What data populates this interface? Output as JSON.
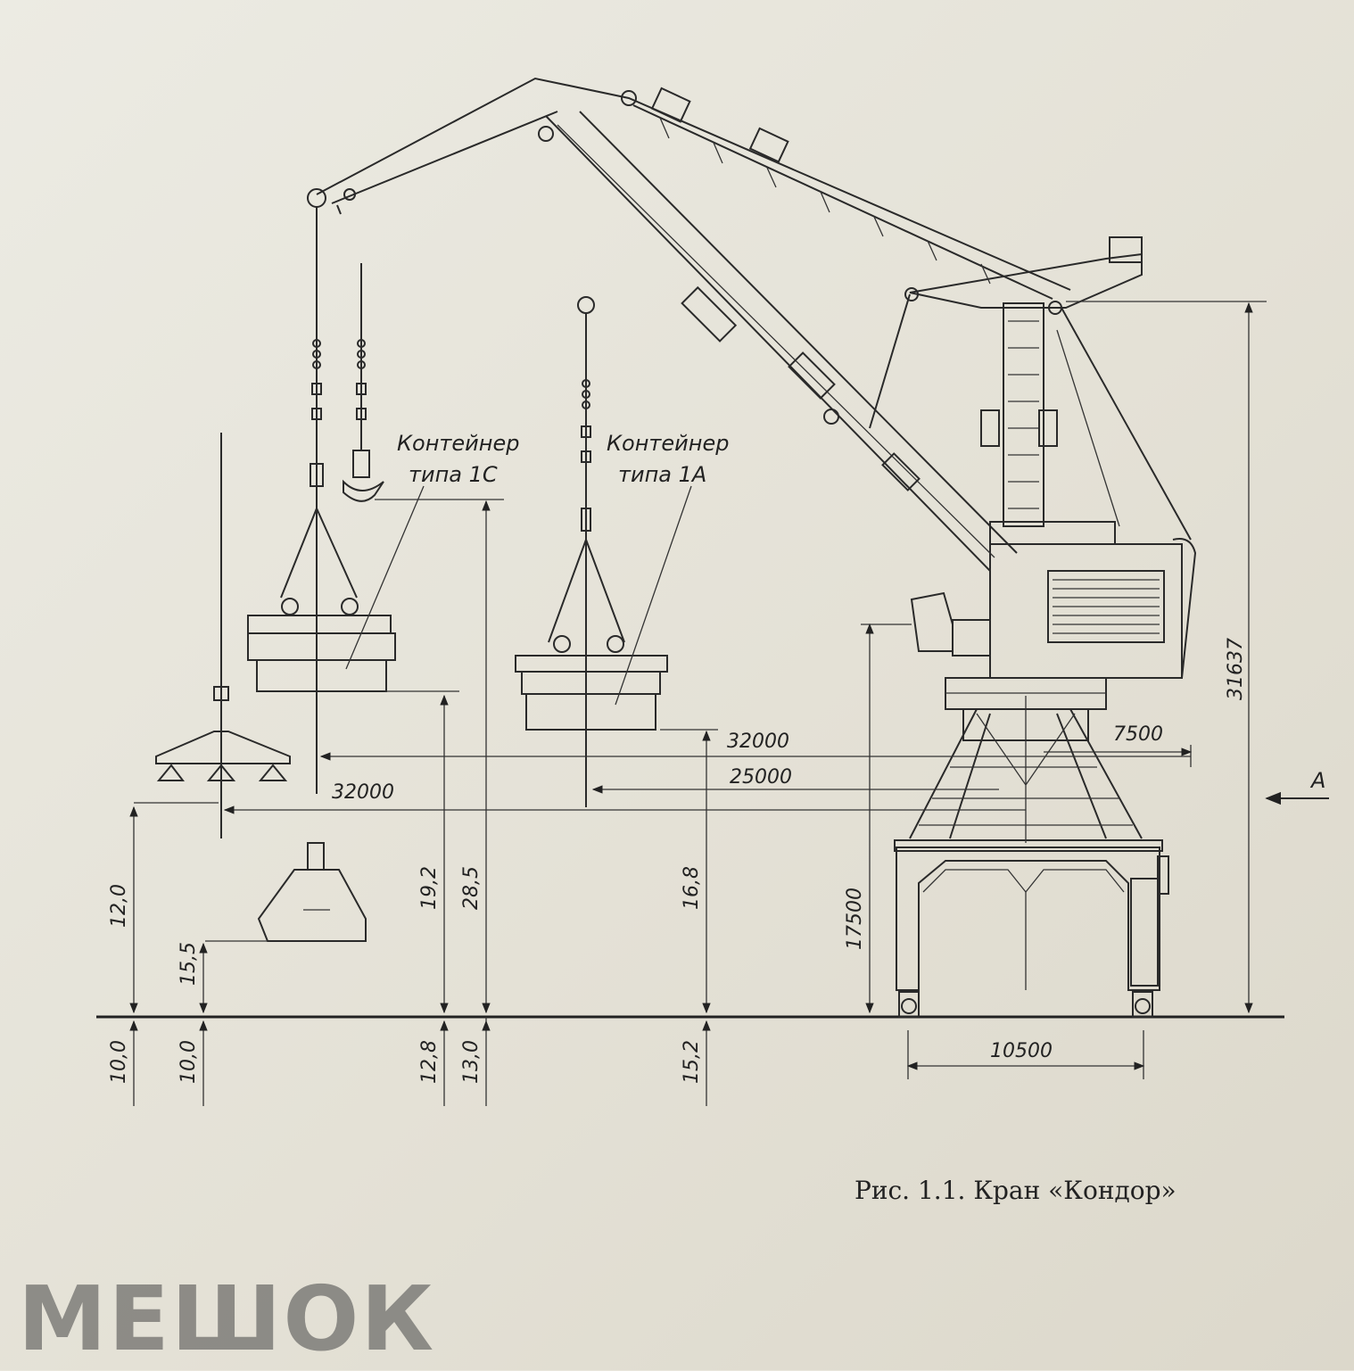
{
  "figure": {
    "caption": "Рис. 1.1. Кран «Кондор»",
    "watermark": "МЕШОК",
    "labels": {
      "container_1c_line1": "Контейнер",
      "container_1c_line2": "типа 1С",
      "container_1a_line1": "Контейнер",
      "container_1a_line2": "типа 1А",
      "view_arrow": "А"
    },
    "dimensions": {
      "outreach_hook": "32000",
      "outreach_magnet": "32000",
      "outreach_1a": "25000",
      "tail_radius": "7500",
      "gauge": "10500",
      "pivot_height": "17500",
      "total_height": "31637"
    },
    "heights": {
      "magnet_up": "12,0",
      "magnet_down": "10,0",
      "grab_up": "15,5",
      "grab_down": "10,0",
      "container_1c_up": "19,2",
      "container_1c_down": "12,8",
      "hook_up": "28,5",
      "hook_down": "13,0",
      "container_1a_up": "16,8",
      "container_1a_down": "15,2"
    }
  }
}
